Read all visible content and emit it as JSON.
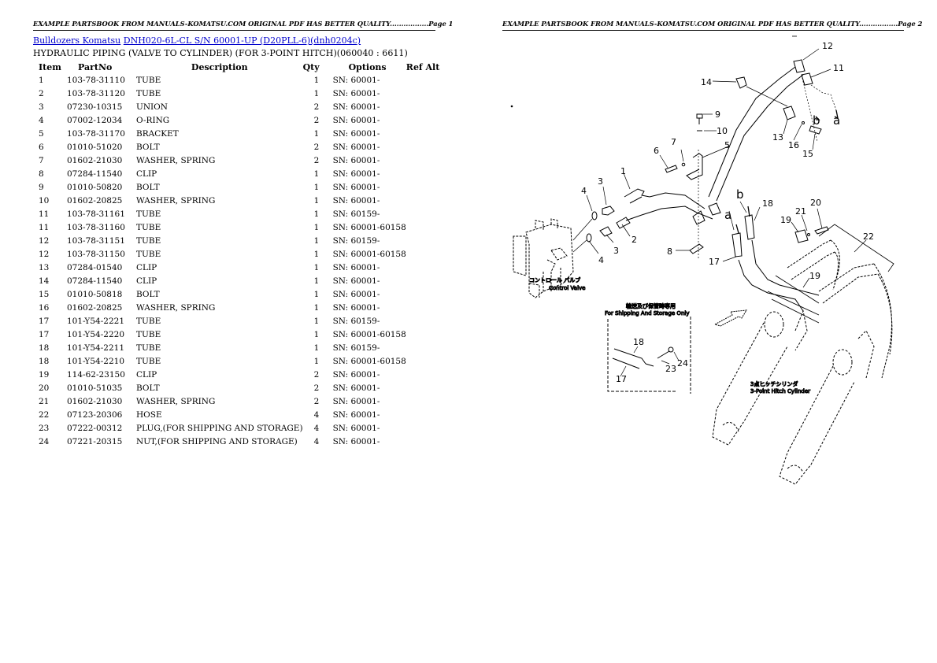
{
  "page1": {
    "header": "EXAMPLE PARTSBOOK FROM MANUALS-KOMATSU.COM ORIGINAL PDF HAS BETTER QUALITY.................Page 1",
    "breadcrumb": {
      "link1": "Bulldozers Komatsu",
      "link2": "DNH020-6L-CL S/N 60001-UP (D20PLL-6)(dnh0204c)"
    },
    "subtitle": "HYDRAULIC PIPING (VALVE TO CYLINDER) (FOR 3-POINT HITCH)(060040 : 6611)",
    "table": {
      "headers": [
        "Item",
        "PartNo",
        "Description",
        "Qty",
        "Options",
        "Ref Alt"
      ],
      "rows": [
        [
          "1",
          "103-78-31110",
          "TUBE",
          "1",
          "SN: 60001-",
          ""
        ],
        [
          "2",
          "103-78-31120",
          "TUBE",
          "1",
          "SN: 60001-",
          ""
        ],
        [
          "3",
          "07230-10315",
          "UNION",
          "2",
          "SN: 60001-",
          ""
        ],
        [
          "4",
          "07002-12034",
          "O-RING",
          "2",
          "SN: 60001-",
          ""
        ],
        [
          "5",
          "103-78-31170",
          "BRACKET",
          "1",
          "SN: 60001-",
          ""
        ],
        [
          "6",
          "01010-51020",
          "BOLT",
          "2",
          "SN: 60001-",
          ""
        ],
        [
          "7",
          "01602-21030",
          "WASHER, SPRING",
          "2",
          "SN: 60001-",
          ""
        ],
        [
          "8",
          "07284-11540",
          "CLIP",
          "1",
          "SN: 60001-",
          ""
        ],
        [
          "9",
          "01010-50820",
          "BOLT",
          "1",
          "SN: 60001-",
          ""
        ],
        [
          "10",
          "01602-20825",
          "WASHER, SPRING",
          "1",
          "SN: 60001-",
          ""
        ],
        [
          "11",
          "103-78-31161",
          "TUBE",
          "1",
          "SN: 60159-",
          ""
        ],
        [
          "11",
          "103-78-31160",
          "TUBE",
          "1",
          "SN: 60001-60158",
          ""
        ],
        [
          "12",
          "103-78-31151",
          "TUBE",
          "1",
          "SN: 60159-",
          ""
        ],
        [
          "12",
          "103-78-31150",
          "TUBE",
          "1",
          "SN: 60001-60158",
          ""
        ],
        [
          "13",
          "07284-01540",
          "CLIP",
          "1",
          "SN: 60001-",
          ""
        ],
        [
          "14",
          "07284-11540",
          "CLIP",
          "1",
          "SN: 60001-",
          ""
        ],
        [
          "15",
          "01010-50818",
          "BOLT",
          "1",
          "SN: 60001-",
          ""
        ],
        [
          "16",
          "01602-20825",
          "WASHER, SPRING",
          "1",
          "SN: 60001-",
          ""
        ],
        [
          "17",
          "101-Y54-2221",
          "TUBE",
          "1",
          "SN: 60159-",
          ""
        ],
        [
          "17",
          "101-Y54-2220",
          "TUBE",
          "1",
          "SN: 60001-60158",
          ""
        ],
        [
          "18",
          "101-Y54-2211",
          "TUBE",
          "1",
          "SN: 60159-",
          ""
        ],
        [
          "18",
          "101-Y54-2210",
          "TUBE",
          "1",
          "SN: 60001-60158",
          ""
        ],
        [
          "19",
          "114-62-23150",
          "CLIP",
          "2",
          "SN: 60001-",
          ""
        ],
        [
          "20",
          "01010-51035",
          "BOLT",
          "2",
          "SN: 60001-",
          ""
        ],
        [
          "21",
          "01602-21030",
          "WASHER, SPRING",
          "2",
          "SN: 60001-",
          ""
        ],
        [
          "22",
          "07123-20306",
          "HOSE",
          "4",
          "SN: 60001-",
          ""
        ],
        [
          "23",
          "07222-00312",
          "PLUG,(FOR SHIPPING AND STORAGE)",
          "4",
          "SN: 60001-",
          ""
        ],
        [
          "24",
          "07221-20315",
          "NUT,(FOR SHIPPING AND STORAGE)",
          "4",
          "SN: 60001-",
          ""
        ]
      ]
    }
  },
  "page2": {
    "header": "EXAMPLE PARTSBOOK FROM MANUALS-KOMATSU.COM ORIGINAL PDF HAS BETTER QUALITY.................Page 2",
    "diagram": {
      "callouts": [
        "1",
        "2",
        "3",
        "3",
        "4",
        "4",
        "5",
        "6",
        "7",
        "8",
        "9",
        "10",
        "11",
        "12",
        "13",
        "14",
        "15",
        "16",
        "17",
        "17",
        "18",
        "18",
        "19",
        "19",
        "20",
        "21",
        "22",
        "23",
        "24"
      ],
      "letters": [
        "a",
        "b",
        "a",
        "b"
      ],
      "labels": {
        "control_valve": "Control Valve",
        "shipping_jp": "輸送及び保管時専用",
        "shipping": "For Shipping And Storage Only",
        "cylinder": "3-Point Hitch Cylinder"
      }
    }
  }
}
